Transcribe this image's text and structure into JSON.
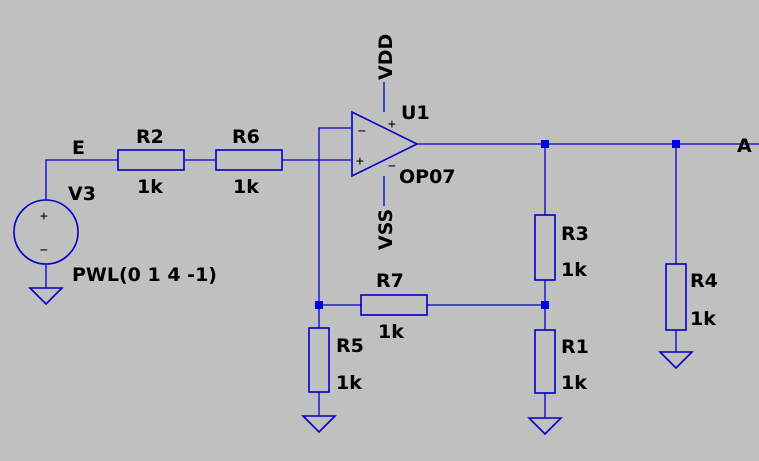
{
  "colors": {
    "background": "#c0c0c0",
    "wire": "#0000c8",
    "junction": "#0000e6",
    "text": "#000000"
  },
  "nets": {
    "input": "E",
    "output": "A",
    "positive_supply": "VDD",
    "negative_supply": "VSS"
  },
  "opamp": {
    "ref": "U1",
    "model": "OP07",
    "plus_sign": "+",
    "minus_sign": "−"
  },
  "source": {
    "ref": "V3",
    "value": "PWL(0 1 4 -1)",
    "plus_sign": "+",
    "minus_sign": "−"
  },
  "resistors": {
    "R1": {
      "ref": "R1",
      "value": "1k"
    },
    "R2": {
      "ref": "R2",
      "value": "1k"
    },
    "R3": {
      "ref": "R3",
      "value": "1k"
    },
    "R4": {
      "ref": "R4",
      "value": "1k"
    },
    "R5": {
      "ref": "R5",
      "value": "1k"
    },
    "R6": {
      "ref": "R6",
      "value": "1k"
    },
    "R7": {
      "ref": "R7",
      "value": "1k"
    }
  },
  "grounds": [
    "gnd-v3",
    "gnd-r5",
    "gnd-r1",
    "gnd-r4"
  ]
}
